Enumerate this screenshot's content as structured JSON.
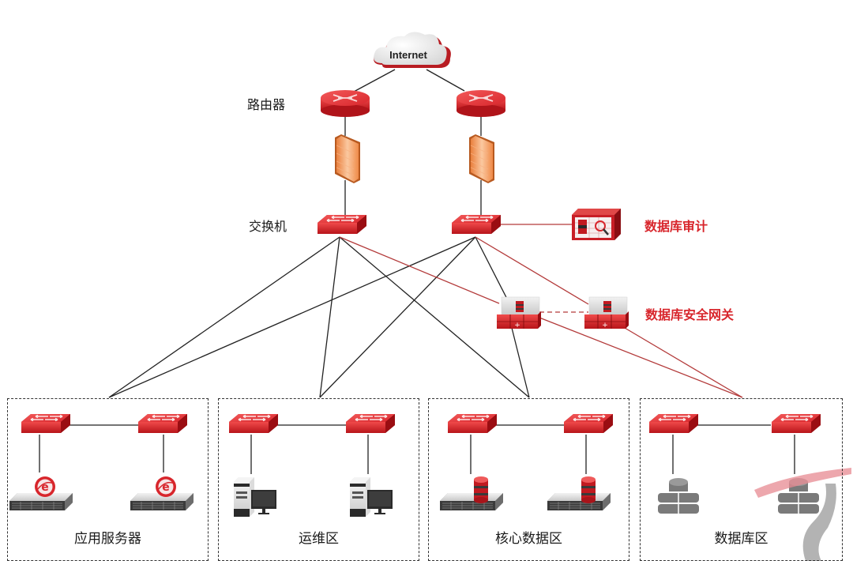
{
  "diagram": {
    "internet": {
      "label": "Internet",
      "icon": "cloud-icon"
    },
    "layers": {
      "router_label": "路由器",
      "switch_label": "交换机"
    },
    "side_devices": {
      "db_audit": {
        "label": "数据库审计",
        "icon": "db-audit-icon"
      },
      "db_gateway": {
        "label": "数据库安全网关",
        "icon": "db-gateway-icon"
      }
    },
    "zones": [
      {
        "id": "app-servers",
        "label": "应用服务器",
        "device": "web-server-icon"
      },
      {
        "id": "ops",
        "label": "运维区",
        "device": "workstation-icon"
      },
      {
        "id": "core-data",
        "label": "核心数据区",
        "device": "db-server-icon"
      },
      {
        "id": "database",
        "label": "数据库区",
        "device": "database-icon"
      }
    ],
    "colors": {
      "device_red": "#d8262c",
      "security_link": "#b33a3a",
      "network_link": "#222222",
      "firewall_orange": "#f39a5a",
      "db_gray": "#7a7a7a"
    }
  }
}
